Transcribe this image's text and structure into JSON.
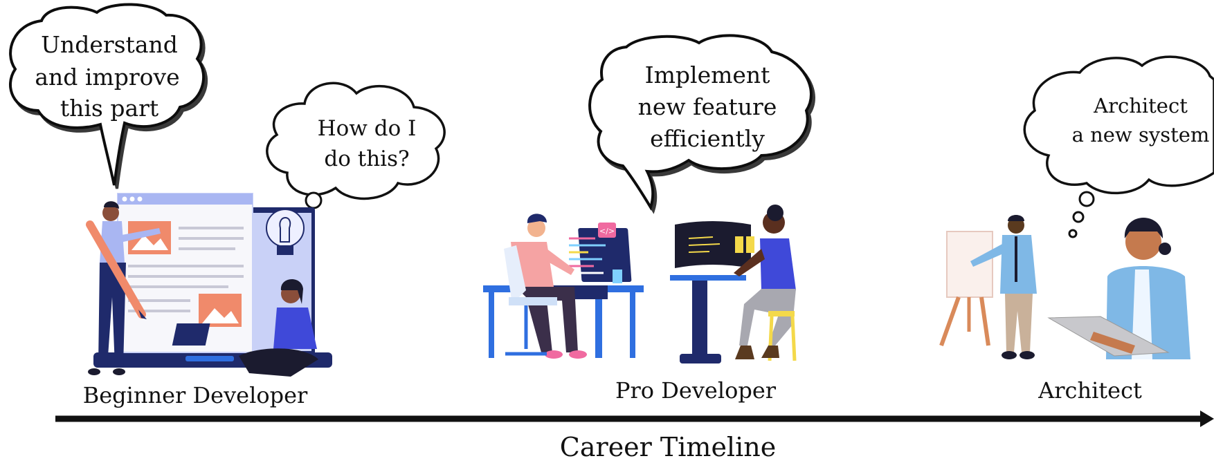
{
  "bubbles": {
    "beginner_speech": [
      "Understand",
      "and improve",
      "this part"
    ],
    "beginner_thought": [
      "How do I",
      "do this?"
    ],
    "pro_speech": [
      "Implement",
      "new feature",
      "efficiently"
    ],
    "architect_thought": [
      "Architect",
      "a new system"
    ]
  },
  "stages": {
    "beginner": "Beginner Developer",
    "pro": "Pro Developer",
    "architect": "Architect"
  },
  "timeline": {
    "label": "Career Timeline"
  },
  "colors": {
    "ink": "#111111",
    "navy": "#1f2a6b",
    "blue": "#2f6fe0",
    "salmon": "#f08a6b",
    "lavender": "#a9b6f2",
    "yellow": "#f4d94a",
    "teal_shirt": "#7fb8e6"
  }
}
